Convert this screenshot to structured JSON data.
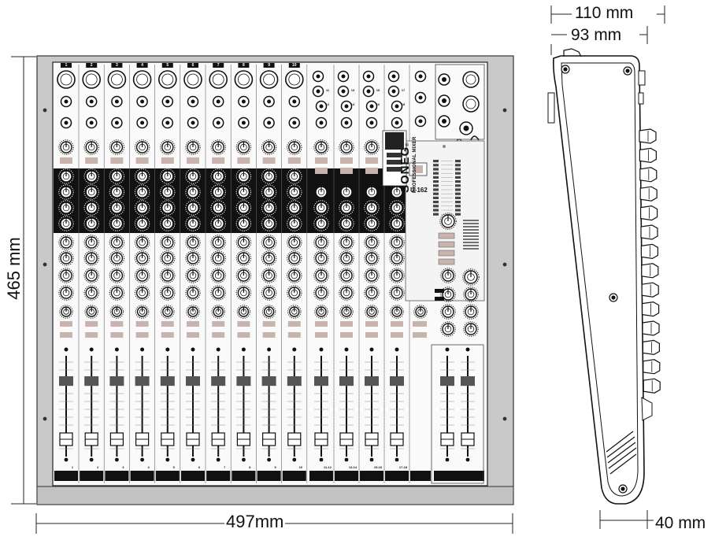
{
  "dimensions": {
    "width": "497mm",
    "height": "465 mm",
    "depth_top": "110 mm",
    "depth_body": "93 mm",
    "depth_bottom": "40 mm"
  },
  "panel": {
    "brand": "SONEG",
    "brand_mark": "®",
    "brand_subtitle": "PROFESSIONAL MIXER",
    "model": "U-162",
    "mono_channel_numbers": [
      "1",
      "2",
      "3",
      "4",
      "5",
      "6",
      "7",
      "8",
      "9",
      "10"
    ],
    "stereo_input_labels": [
      "11",
      "12",
      "13",
      "14",
      "15",
      "16",
      "17",
      "18"
    ],
    "fader_labels": [
      "1",
      "2",
      "3",
      "4",
      "5",
      "6",
      "7",
      "8",
      "9",
      "10",
      "11-12",
      "13-14",
      "15-16",
      "17-18"
    ]
  }
}
